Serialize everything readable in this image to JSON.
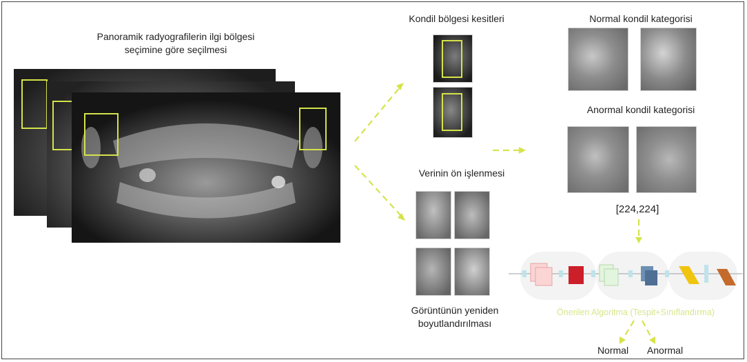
{
  "labels": {
    "panoramic_title_line1": "Panoramik radyografilerin ilgi bölgesi",
    "panoramic_title_line2": "seçimine göre seçilmesi",
    "condyle_crops": "Kondil bölgesi kesitleri",
    "normal_category": "Normal kondil kategorisi",
    "abnormal_category": "Anormal kondil kategorisi",
    "preprocessing": "Verinin ön işlenmesi",
    "resize_line1": "Görüntünün yeniden",
    "resize_line2": "boyutlandırılması",
    "input_size": "[224,224]",
    "algorithm": "Önerilen Algoritma (Tespit+Sınıflandırma)",
    "output_normal": "Normal",
    "output_abnormal": "Anormal"
  },
  "colors": {
    "arrow": "#d5e34a",
    "roi_box": "#d5e34a",
    "algorithm_text": "#d9e58a"
  }
}
